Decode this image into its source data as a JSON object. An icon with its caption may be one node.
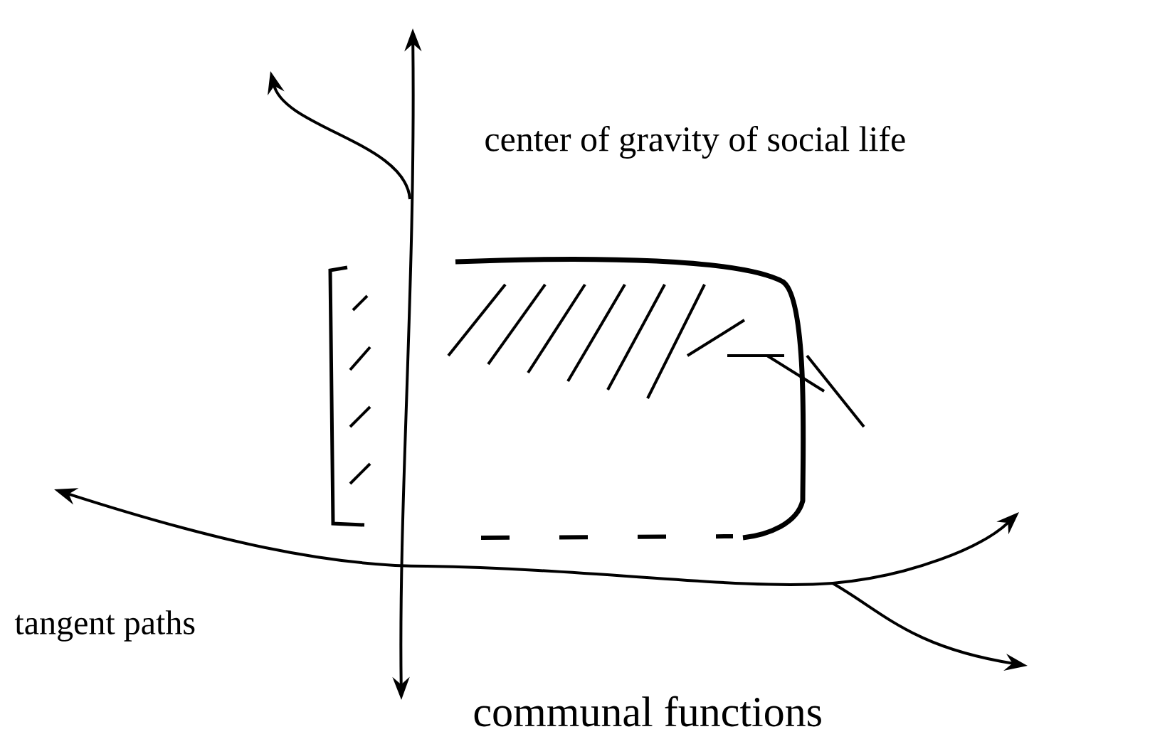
{
  "diagram": {
    "labels": [
      "center of gravity of social life",
      "tangent paths",
      "communal functions"
    ]
  }
}
